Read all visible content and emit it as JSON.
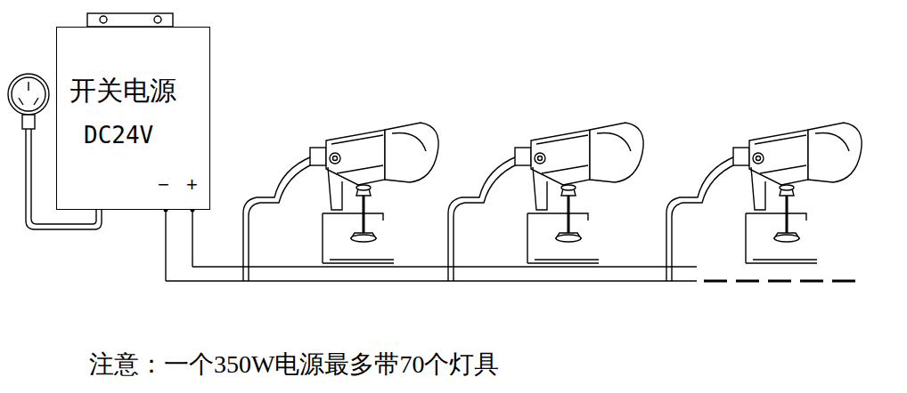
{
  "diagram": {
    "nodes": [
      {
        "text": [
          "开关电源",
          "DC24V",
          "−",
          "+"
        ]
      }
    ],
    "labels": [
      "注意：一个350W电源最多带70个灯具"
    ]
  }
}
